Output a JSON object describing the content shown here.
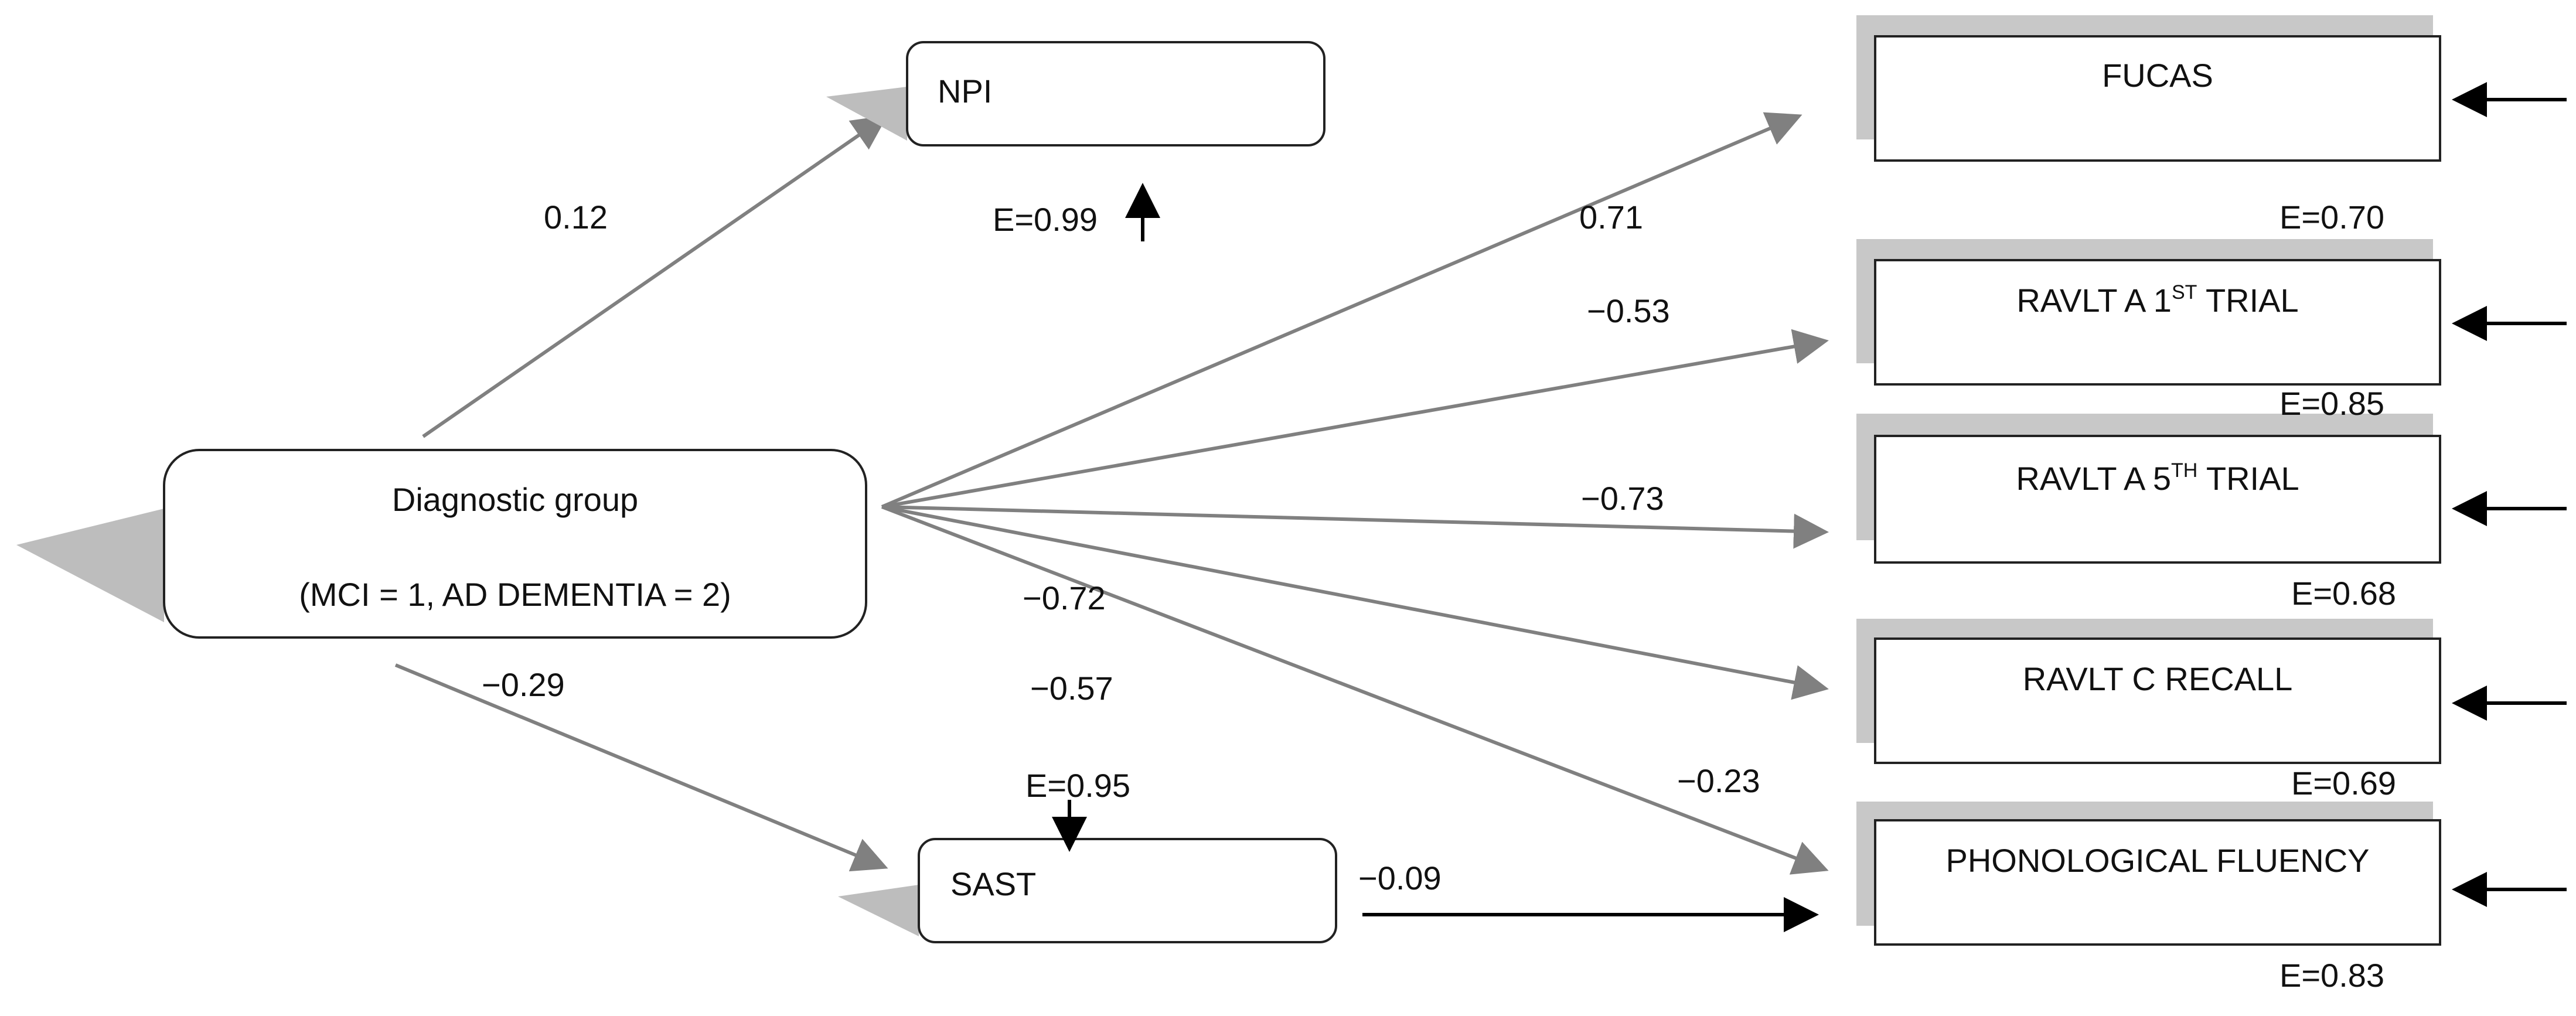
{
  "nodes": {
    "diagnostic_group": {
      "line1": "Diagnostic group",
      "line2": "(MCI = 1, AD DEMENTIA = 2)"
    },
    "npi": {
      "label": "NPI",
      "error": "E=0.99"
    },
    "sast": {
      "label": "SAST",
      "error": "E=0.95"
    },
    "fucas": {
      "label": "FUCAS",
      "error": "E=0.70"
    },
    "ravlt_1st": {
      "label_pre": "RAVLT A 1",
      "label_sup": "ST",
      "label_post": " TRIAL",
      "error": "E=0.85"
    },
    "ravlt_5th": {
      "label_pre": "RAVLT A 5",
      "label_sup": "TH",
      "label_post": " TRIAL",
      "error": "E=0.68"
    },
    "ravlt_c": {
      "label": "RAVLT C RECALL",
      "error": "E=0.69"
    },
    "phon_fluency": {
      "label": "PHONOLOGICAL FLUENCY",
      "error": "E=0.83"
    }
  },
  "paths": {
    "dg_npi": "0.12",
    "dg_sast": "−0.29",
    "dg_fucas": "0.71",
    "dg_ravlt_1st": "−0.53",
    "dg_ravlt_5th": "−0.73",
    "dg_ravlt_c": "−0.72",
    "dg_phon_fluency": "−0.57",
    "sast_phon_fluency": "−0.09",
    "extra": "−0.23"
  },
  "colors": {
    "path_arrow": "#808080",
    "node_shadow": "#bdbdbd",
    "error_arrow": "#000000"
  }
}
